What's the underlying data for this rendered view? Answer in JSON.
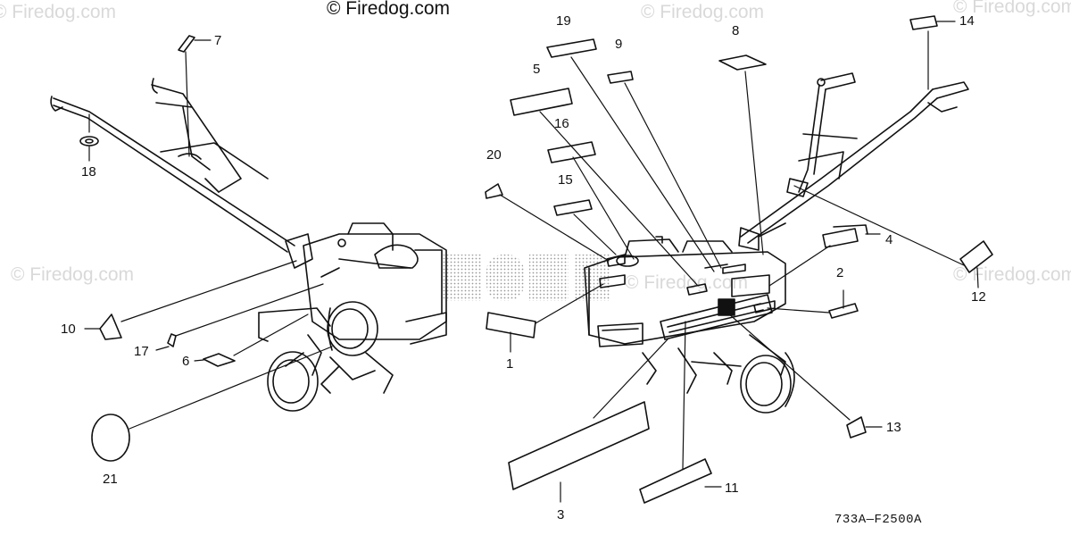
{
  "watermark": {
    "copyright": "© Firedog.com",
    "faint": "© Firedog.com"
  },
  "diagram_code": "733A—F2500A",
  "parts": [
    {
      "id": "1",
      "label": "1"
    },
    {
      "id": "2",
      "label": "2"
    },
    {
      "id": "3",
      "label": "3"
    },
    {
      "id": "4",
      "label": "4"
    },
    {
      "id": "5",
      "label": "5"
    },
    {
      "id": "6",
      "label": "6"
    },
    {
      "id": "7",
      "label": "7"
    },
    {
      "id": "8",
      "label": "8"
    },
    {
      "id": "9",
      "label": "9"
    },
    {
      "id": "10",
      "label": "10"
    },
    {
      "id": "11",
      "label": "11"
    },
    {
      "id": "12",
      "label": "12"
    },
    {
      "id": "13",
      "label": "13"
    },
    {
      "id": "14",
      "label": "14"
    },
    {
      "id": "15",
      "label": "15"
    },
    {
      "id": "16",
      "label": "16"
    },
    {
      "id": "17",
      "label": "17"
    },
    {
      "id": "18",
      "label": "18"
    },
    {
      "id": "19",
      "label": "19"
    },
    {
      "id": "20",
      "label": "20"
    },
    {
      "id": "21",
      "label": "21"
    }
  ],
  "colors": {
    "line": "#111111",
    "watermark": "#d9d9d9",
    "logo_dots": "#9a9a9a"
  }
}
